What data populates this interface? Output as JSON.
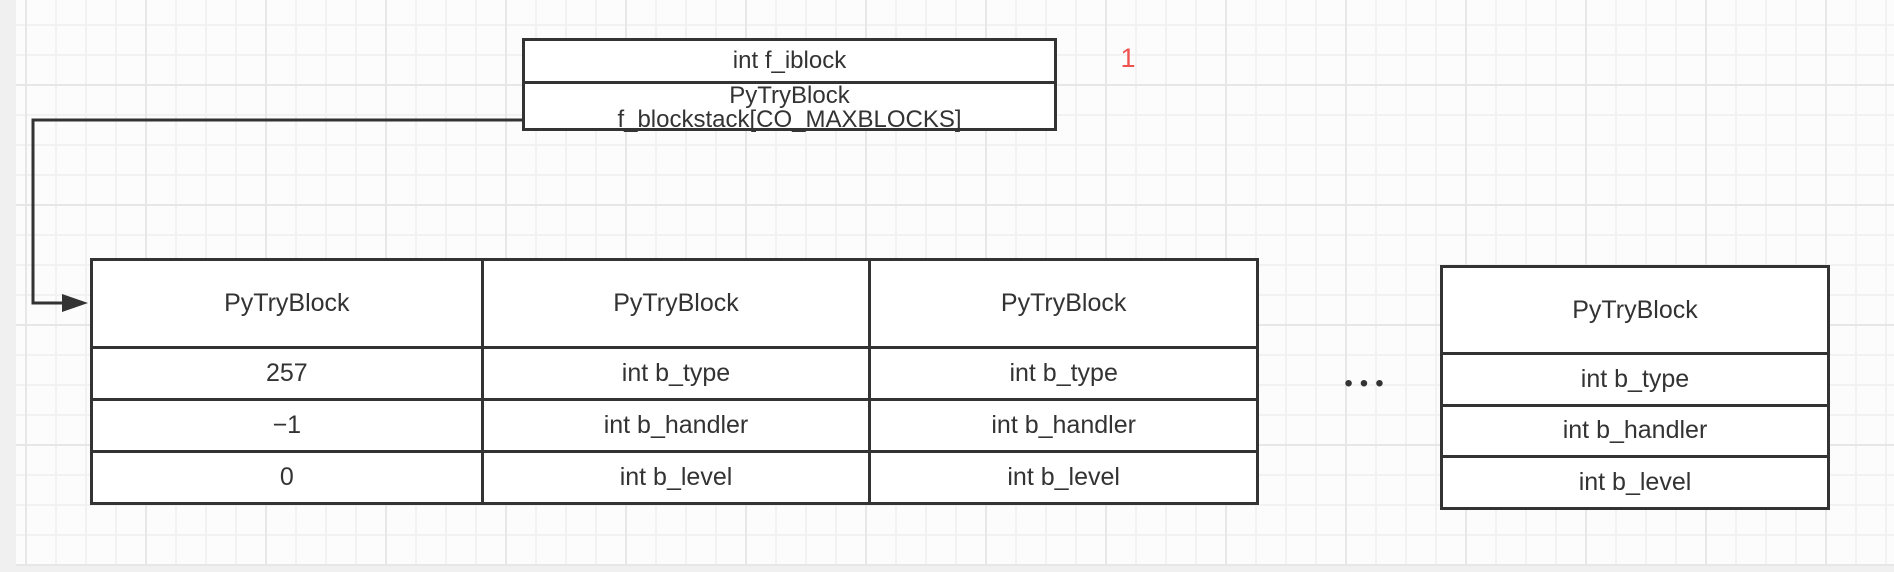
{
  "frame_box": {
    "field_iblock": "int f_iblock",
    "field_blockstack_line1": "PyTryBlock",
    "field_blockstack_line2": "f_blockstack[CO_MAXBLOCKS]"
  },
  "annotation": {
    "text": "1",
    "color": "#ee534f"
  },
  "blockstack_table": {
    "headers": [
      "PyTryBlock",
      "PyTryBlock",
      "PyTryBlock"
    ],
    "rows": [
      [
        "257",
        "−1",
        "0"
      ],
      [
        "int b_type",
        "int b_handler",
        "int b_level"
      ],
      [
        "int b_type",
        "int b_handler",
        "int b_level"
      ]
    ]
  },
  "ellipsis": {
    "text": "•••"
  },
  "tail_block": {
    "header": "PyTryBlock",
    "rows": [
      "int b_type",
      "int b_handler",
      "int b_level"
    ]
  },
  "colors": {
    "stroke": "#333333",
    "text": "#333333",
    "annotation_red": "#ee534f",
    "canvas_bg": "#fcfcfc",
    "grid_minor": "#f2f2f2",
    "grid_major": "#e7e7e7",
    "margin_bg": "#f0f0f0"
  }
}
